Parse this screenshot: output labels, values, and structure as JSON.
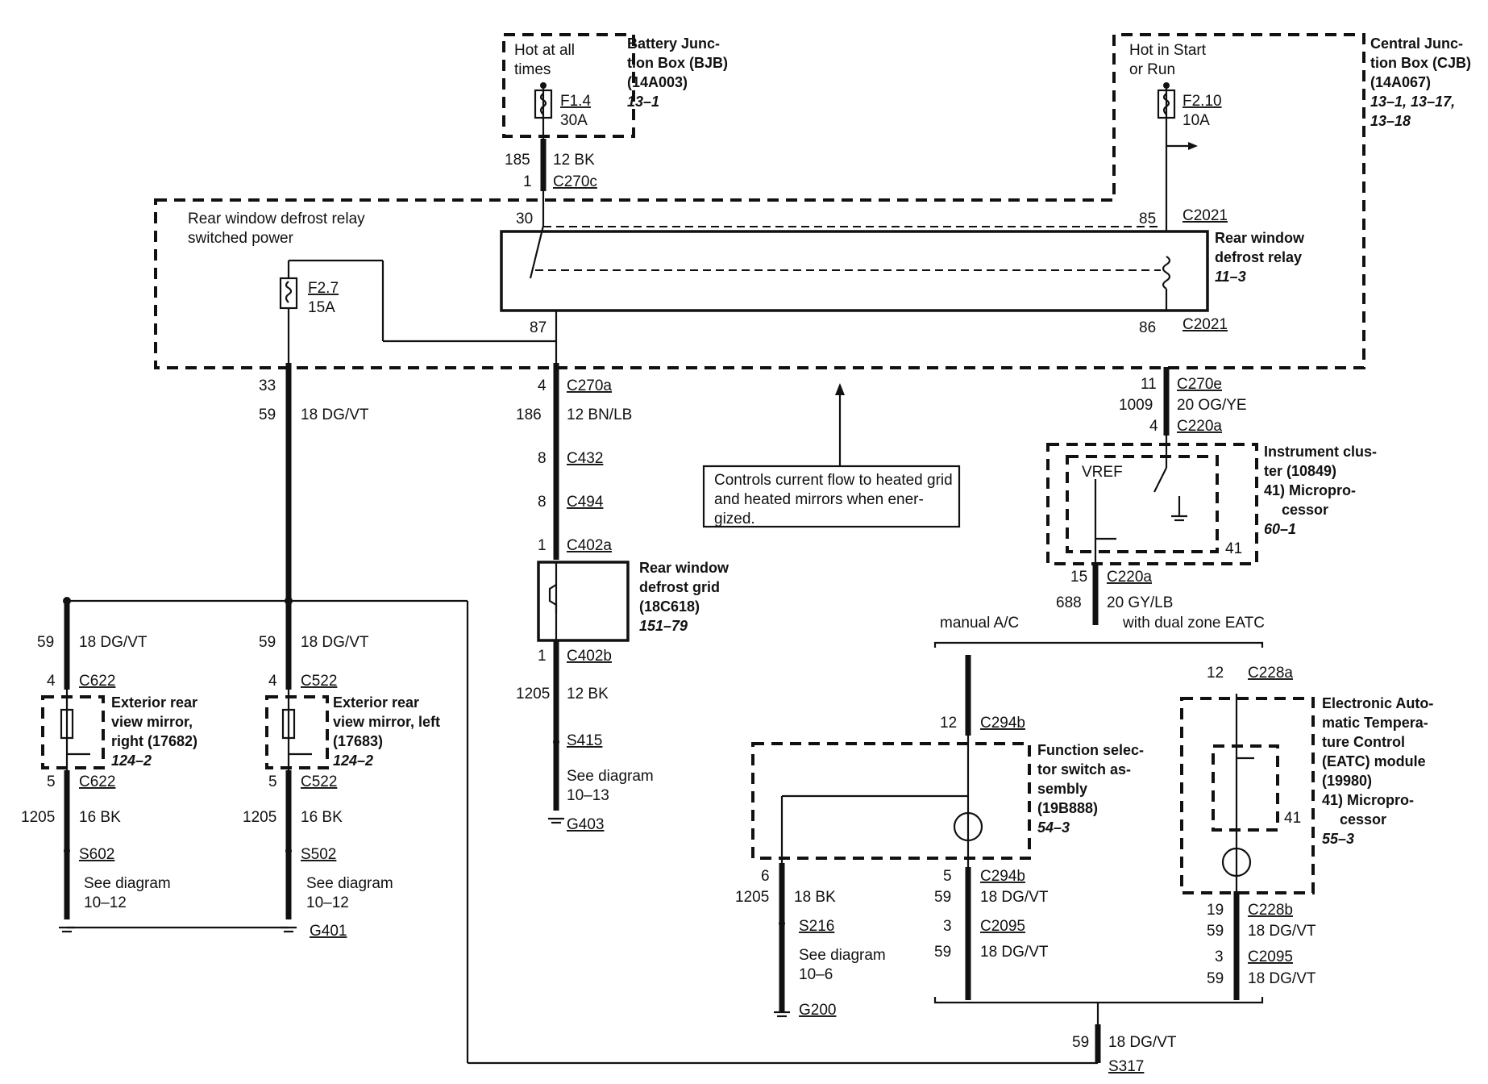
{
  "bjb": {
    "hot_line1": "Hot at all",
    "hot_line2": "times",
    "fuse": "F1.4",
    "amps": "30A",
    "title1": "Battery Junc-",
    "title2": "tion Box (BJB)",
    "title3": "(14A003)",
    "ref": "13–1"
  },
  "cjb": {
    "hot_line1": "Hot in Start",
    "hot_line2": "or Run",
    "fuse": "F2.10",
    "amps": "10A",
    "title1": "Central Junc-",
    "title2": "tion Box (CJB)",
    "title3": "(14A067)",
    "ref1": "13–1, 13–17,",
    "ref2": "13–18"
  },
  "relay_area": {
    "label1": "Rear window defrost relay",
    "label2": "switched power",
    "fuse": "F2.7",
    "amps": "15A",
    "pin30": "30",
    "pin85": "85",
    "pin87": "87",
    "pin86": "86",
    "c2021_top": "C2021",
    "c2021_bottom": "C2021",
    "relay_title1": "Rear window",
    "relay_title2": "defrost relay",
    "relay_ref": "11–3"
  },
  "bjb_wire": {
    "circuit": "185",
    "gauge": "12 BK",
    "pin": "1",
    "connector": "C270c"
  },
  "grid_branch": {
    "pin_c270a": "4",
    "c270a": "C270a",
    "circuit": "186",
    "gauge": "12 BN/LB",
    "pin_c432": "8",
    "c432": "C432",
    "pin_c494": "8",
    "c494": "C494",
    "pin_c402a": "1",
    "c402a": "C402a",
    "grid1": "Rear window",
    "grid2": "defrost grid",
    "grid3": "(18C618)",
    "grid_ref": "151–79",
    "pin_c402b": "1",
    "c402b": "C402b",
    "gnd_circuit": "1205",
    "gnd_gauge": "12 BK",
    "splice": "S415",
    "see1": "See diagram",
    "see2": "10–13",
    "ground": "G403"
  },
  "mirror_feed": {
    "pin": "33",
    "circuit": "59",
    "gauge": "18 DG/VT"
  },
  "note": {
    "line1": "Controls current flow to heated grid",
    "line2": "and heated mirrors when ener-",
    "line3": "gized."
  },
  "mirror_right": {
    "circuit": "59",
    "gauge": "18 DG/VT",
    "pin_in": "4",
    "conn_in": "C622",
    "title1": "Exterior rear",
    "title2": "view mirror,",
    "title3": "right (17682)",
    "ref": "124–2",
    "pin_out": "5",
    "conn_out": "C622",
    "gnd_circuit": "1205",
    "gnd_gauge": "16 BK",
    "splice": "S602",
    "see1": "See diagram",
    "see2": "10–12"
  },
  "mirror_left": {
    "circuit": "59",
    "gauge": "18 DG/VT",
    "pin_in": "4",
    "conn_in": "C522",
    "title1": "Exterior rear",
    "title2": "view mirror, left",
    "title3": "(17683)",
    "ref": "124–2",
    "pin_out": "5",
    "conn_out": "C522",
    "gnd_circuit": "1205",
    "gnd_gauge": "16 BK",
    "splice": "S502",
    "see1": "See diagram",
    "see2": "10–12",
    "ground": "G401"
  },
  "cluster_feed": {
    "pin_c270e": "11",
    "c270e": "C270e",
    "circuit": "1009",
    "gauge": "20 OG/YE",
    "pin_c220a": "4",
    "c220a": "C220a"
  },
  "cluster": {
    "vref": "VREF",
    "pin41": "41",
    "title1": "Instrument clus-",
    "title2": "ter (10849)",
    "title3": "41) Micropro-",
    "title4": "cessor",
    "ref": "60–1"
  },
  "cluster_out": {
    "pin": "15",
    "conn": "C220a",
    "circuit": "688",
    "gauge": "20 GY/LB"
  },
  "options": {
    "manual": "manual A/C",
    "eatc": "with dual zone EATC"
  },
  "fss": {
    "pin_in": "12",
    "conn_in": "C294b",
    "title1": "Function selec-",
    "title2": "tor switch as-",
    "title3": "sembly",
    "title4": "(19B888)",
    "ref": "54–3",
    "pin_gnd": "6",
    "gnd_circuit": "1205",
    "gnd_gauge": "18 BK",
    "splice": "S216",
    "see1": "See diagram",
    "see2": "10–6",
    "ground": "G200",
    "pin_out": "5",
    "conn_out": "C294b",
    "circuit_out": "59",
    "gauge_out": "18 DG/VT",
    "pin_c2095": "3",
    "c2095": "C2095",
    "circuit_out2": "59",
    "gauge_out2": "18 DG/VT"
  },
  "eatc": {
    "pin_in": "12",
    "conn_in": "C228a",
    "title1": "Electronic Auto-",
    "title2": "matic Tempera-",
    "title3": "ture Control",
    "title4": "(EATC) module",
    "title5": "(19980)",
    "title6": "41) Micropro-",
    "title7": "cessor",
    "ref": "55–3",
    "pin41": "41",
    "pin_out": "19",
    "conn_out": "C228b",
    "circuit_out": "59",
    "gauge_out": "18 DG/VT",
    "pin_c2095": "3",
    "c2095": "C2095",
    "circuit_out2": "59",
    "gauge_out2": "18 DG/VT"
  },
  "bottom": {
    "circuit": "59",
    "gauge": "18 DG/VT",
    "splice": "S317"
  }
}
